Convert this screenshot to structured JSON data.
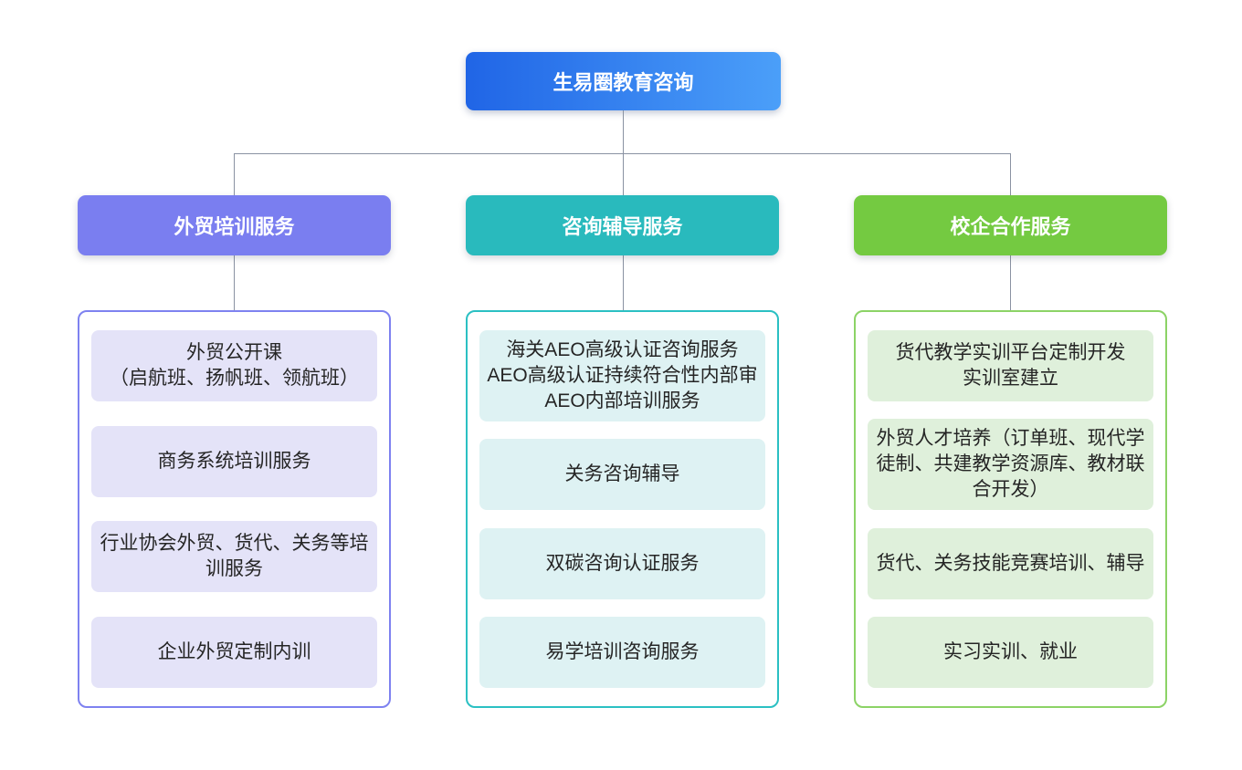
{
  "root": {
    "label": "生易圈教育咨询",
    "colors": {
      "gradient_from": "#2065e6",
      "gradient_to": "#4b9ff9"
    }
  },
  "connector_color": "#8a92a2",
  "branches": [
    {
      "label": "外贸培训服务",
      "colors": {
        "header_bg": "#7a7ef0",
        "border": "#7e82f0",
        "item_bg": "#e4e3f8"
      },
      "items": [
        "外贸公开课\n（启航班、扬帆班、领航班）",
        "商务系统培训服务",
        "行业协会外贸、货代、关务等培\n训服务",
        "企业外贸定制内训"
      ]
    },
    {
      "label": "咨询辅导服务",
      "colors": {
        "header_bg": "#29babd",
        "border": "#2bc0c3",
        "item_bg": "#def2f3"
      },
      "items": [
        "海关AEO高级认证咨询服务\nAEO高级认证持续符合性内部审\nAEO内部培训服务",
        "关务咨询辅导",
        "双碳咨询认证服务",
        "易学培训咨询服务"
      ]
    },
    {
      "label": "校企合作服务",
      "colors": {
        "header_bg": "#74ca41",
        "border": "#8cd366",
        "item_bg": "#dff0db"
      },
      "items": [
        "货代教学实训平台定制开发\n实训室建立",
        "外贸人才培养（订单班、现代学\n徒制、共建教学资源库、教材联\n合开发）",
        "货代、关务技能竞赛培训、辅导",
        "实习实训、就业"
      ]
    }
  ]
}
